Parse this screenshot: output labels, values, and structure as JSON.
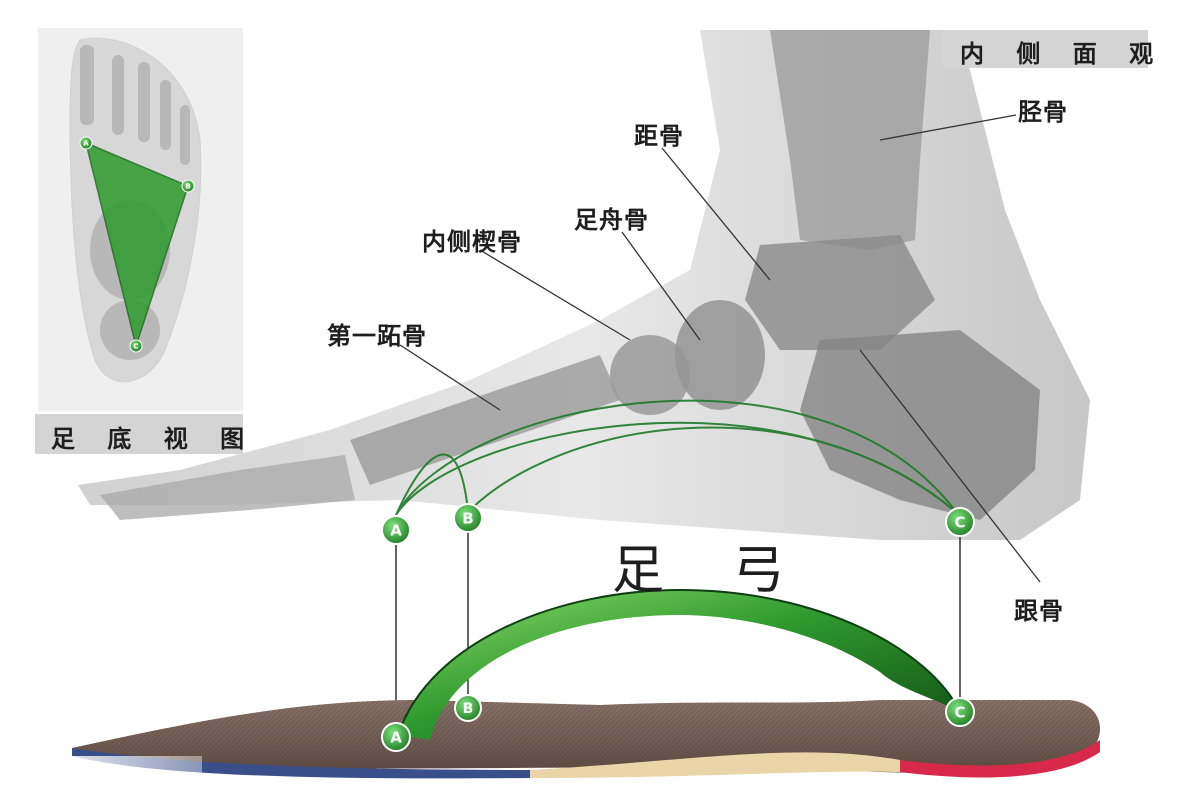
{
  "view_label_medial": "内 侧 面 观",
  "view_label_plantar": "足 底 视 图",
  "title": "足 弓",
  "bones": {
    "tibia": "胫骨",
    "talus": "距骨",
    "navicular": "足舟骨",
    "medial_cuneiform": "内侧楔骨",
    "first_metatarsal": "第一跖骨",
    "calcaneus": "跟骨"
  },
  "points": {
    "a": "A",
    "b": "B",
    "c": "C"
  },
  "colors": {
    "arch_green": "#2f9a2f",
    "point_green": "#3aa83a",
    "insole_brown": "#6e5a50",
    "insole_blue": "#3a4e8a",
    "insole_red": "#d8294a",
    "bone_gray": "#8a8a8a"
  }
}
